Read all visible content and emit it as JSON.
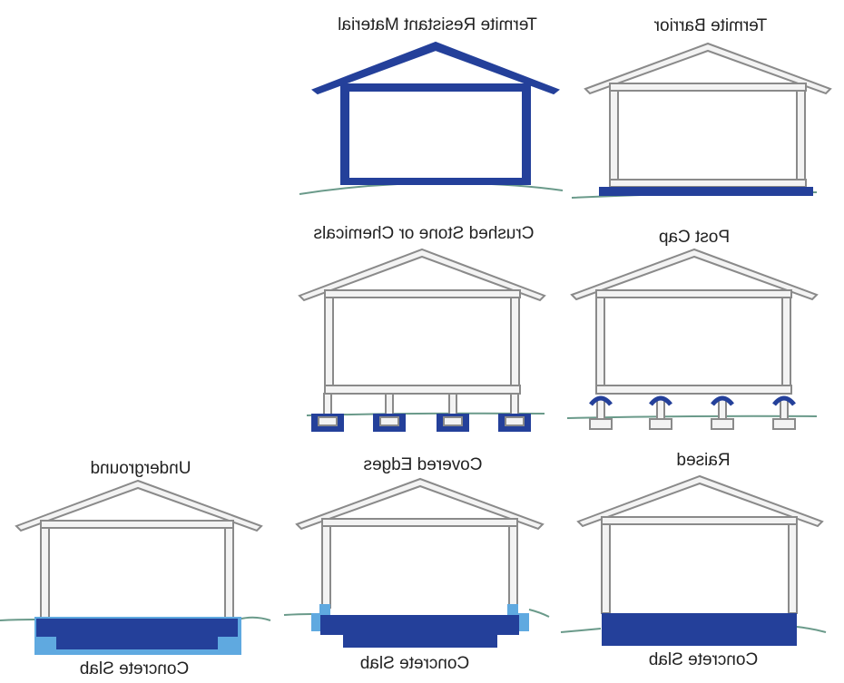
{
  "colors": {
    "dark_blue": "#24409a",
    "light_blue": "#5fa9e0",
    "frame_outline": "#8a8a8a",
    "frame_fill": "#f3f3f3",
    "ground": "#6a9a8a",
    "text": "#222222"
  },
  "panels": {
    "termite_resistant_material": {
      "title": "Termite Resistant Material"
    },
    "termite_barrier": {
      "title": "Termite Barrior"
    },
    "crushed_stone": {
      "title": "Crushed Stone or Chemicals"
    },
    "post_cap": {
      "title": "Post Cap"
    },
    "underground": {
      "title": "Underground",
      "caption": "Concrete Slab"
    },
    "covered_edges": {
      "title": "Covered Edges",
      "caption": "Concrete Slab"
    },
    "raised": {
      "title": "Raised",
      "caption": "Concrete Slab"
    }
  }
}
